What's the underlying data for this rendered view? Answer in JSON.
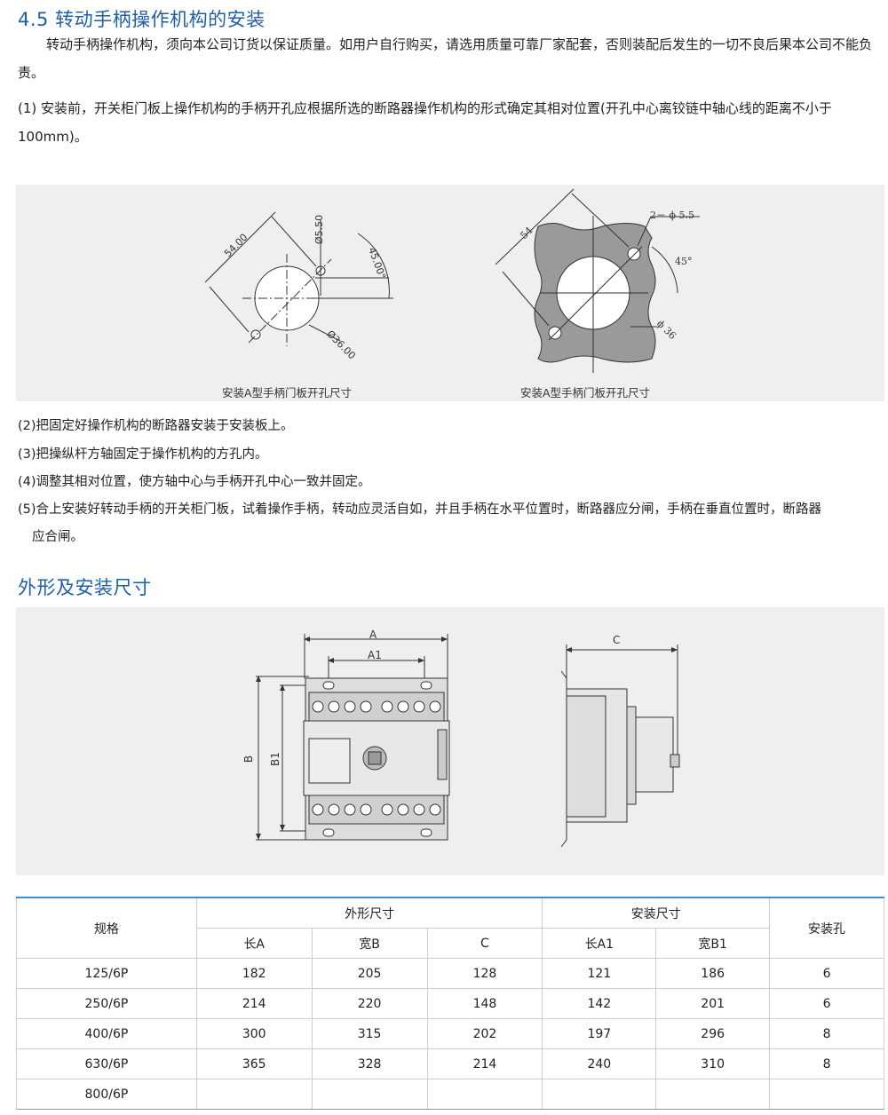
{
  "section_title": "4.5 转动手柄操作机构的安装",
  "intro": "转动手柄操作机构，须向本公司订货以保证质量。如用户自行购买，请选用质量可靠厂家配套，否则装配后发生的一切不良后果本公司不能负责。",
  "step1": "(1) 安装前，开关柜门板上操作机构的手柄开孔应根据所选的断路器操作机构的形式确定其相对位置(开孔中心离铰链中轴心线的距离不小于100mm)。",
  "figure1": {
    "left": {
      "caption": "安装A型手柄门板开孔尺寸",
      "dim_len": "54.00",
      "dim_hole": "Ø5.50",
      "dim_angle": "45.00°",
      "dim_dia": "Ø36.00"
    },
    "right": {
      "caption": "安装A型手柄门板开孔尺寸",
      "dim_len": "54",
      "dim_hole": "2－ ϕ 5.5",
      "dim_angle": "45°",
      "dim_dia": "ϕ 36"
    }
  },
  "steps": [
    "(2)把固定好操作机构的断路器安装于安装板上。",
    "(3)把操纵杆方轴固定于操作机构的方孔内。",
    "(4)调整其相对位置，使方轴中心与手柄开孔中心一致并固定。",
    "(5)合上安装好转动手柄的开关柜门板，试着操作手柄，转动应灵活自如，并且手柄在水平位置时，断路器应分闸，手柄在垂直位置时，断路器",
    "应合闸。"
  ],
  "section2_title": "外形及安装尺寸",
  "figure2": {
    "label_A": "A",
    "label_A1": "A1",
    "label_B": "B",
    "label_B1": "B1",
    "label_C": "C"
  },
  "table": {
    "h_spec": "规格",
    "h_outer": "外形尺寸",
    "h_mount": "安装尺寸",
    "h_holes": "安装孔",
    "sub": [
      "长A",
      "宽B",
      "C",
      "长A1",
      "宽B1"
    ],
    "rows": [
      [
        "125/6P",
        "182",
        "205",
        "128",
        "121",
        "186",
        "6"
      ],
      [
        "250/6P",
        "214",
        "220",
        "148",
        "142",
        "201",
        "6"
      ],
      [
        "400/6P",
        "300",
        "315",
        "202",
        "197",
        "296",
        "8"
      ],
      [
        "630/6P",
        "365",
        "328",
        "214",
        "240",
        "310",
        "8"
      ],
      [
        "800/6P",
        "",
        "",
        "",
        "",
        "",
        ""
      ]
    ]
  }
}
